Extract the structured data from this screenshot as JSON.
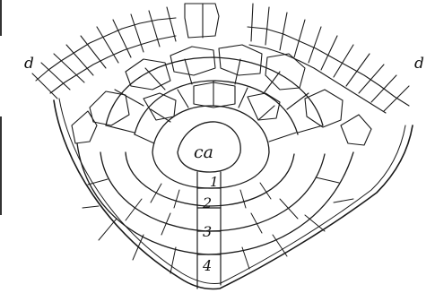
{
  "labels": {
    "left_d": "d",
    "right_d": "d",
    "center": "ca",
    "layer_1": "1",
    "layer_2": "2",
    "layer_3": "3",
    "layer_4": "4"
  },
  "colors": {
    "ink": "#1a1a1a",
    "paper": "#ffffff"
  }
}
